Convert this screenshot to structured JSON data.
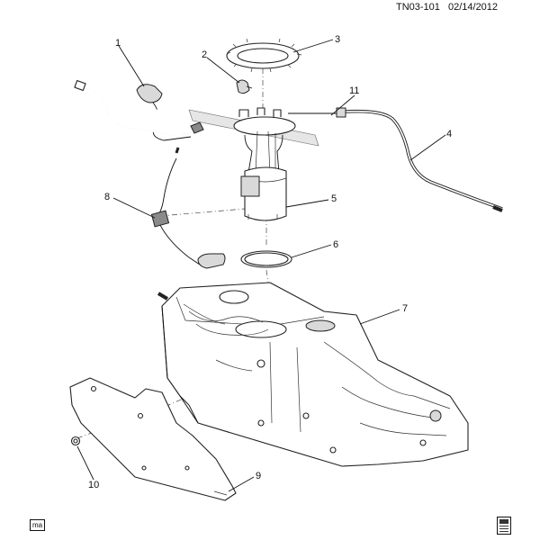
{
  "header": {
    "figure_id": "TN03-101",
    "date": "02/14/2012"
  },
  "callouts": [
    {
      "id": "1",
      "label": "1"
    },
    {
      "id": "2",
      "label": "2"
    },
    {
      "id": "3",
      "label": "3"
    },
    {
      "id": "4",
      "label": "4"
    },
    {
      "id": "5",
      "label": "5"
    },
    {
      "id": "6",
      "label": "6"
    },
    {
      "id": "7",
      "label": "7"
    },
    {
      "id": "8",
      "label": "8"
    },
    {
      "id": "9",
      "label": "9"
    },
    {
      "id": "10",
      "label": "10"
    },
    {
      "id": "11",
      "label": "11"
    }
  ],
  "footer": {
    "badge": "ma",
    "icon": "book-icon"
  }
}
